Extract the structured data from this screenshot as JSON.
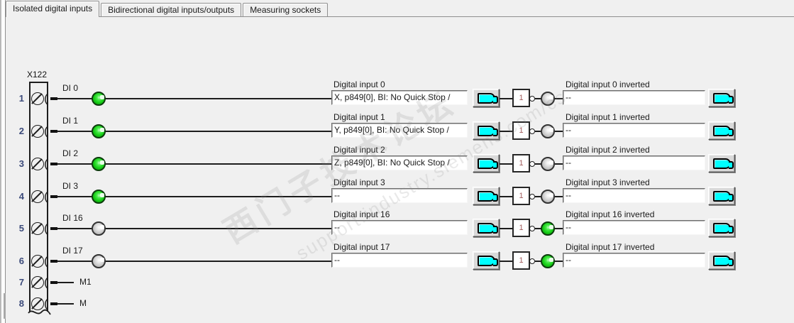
{
  "tabs": [
    {
      "label": "Isolated digital inputs",
      "active": true
    },
    {
      "label": "Bidirectional digital inputs/outputs",
      "active": false
    },
    {
      "label": "Measuring sockets",
      "active": false
    }
  ],
  "connector": {
    "name": "X122"
  },
  "inverter_symbol": "1",
  "rows": [
    {
      "terminal": "1",
      "di_label": "DI 0",
      "input_label": "Digital input 0",
      "input_value": "X, p849[0], BI: No Quick Stop /",
      "input_led": "on",
      "inverted_label": "Digital input 0 inverted",
      "inverted_value": "--",
      "inverted_led": "off"
    },
    {
      "terminal": "2",
      "di_label": "DI 1",
      "input_label": "Digital input 1",
      "input_value": "Y, p849[0], BI: No Quick Stop /",
      "input_led": "on",
      "inverted_label": "Digital input 1 inverted",
      "inverted_value": "--",
      "inverted_led": "off"
    },
    {
      "terminal": "3",
      "di_label": "DI 2",
      "input_label": "Digital input 2",
      "input_value": "Z, p849[0], BI: No Quick Stop /",
      "input_led": "on",
      "inverted_label": "Digital input 2 inverted",
      "inverted_value": "--",
      "inverted_led": "off"
    },
    {
      "terminal": "4",
      "di_label": "DI 3",
      "input_label": "Digital input 3",
      "input_value": "--",
      "input_led": "on",
      "inverted_label": "Digital input 3 inverted",
      "inverted_value": "--",
      "inverted_led": "off"
    },
    {
      "terminal": "5",
      "di_label": "DI 16",
      "input_label": "Digital input 16",
      "input_value": "--",
      "input_led": "off",
      "inverted_label": "Digital input 16 inverted",
      "inverted_value": "--",
      "inverted_led": "on"
    },
    {
      "terminal": "6",
      "di_label": "DI 17",
      "input_label": "Digital input 17",
      "input_value": "--",
      "input_led": "off",
      "inverted_label": "Digital input 17 inverted",
      "inverted_value": "--",
      "inverted_led": "on"
    }
  ],
  "ground_rows": [
    {
      "terminal": "7",
      "label": "M1"
    },
    {
      "terminal": "8",
      "label": "M"
    }
  ],
  "watermark": {
    "line1": "西门子技术论坛",
    "line2": "support.industry.siemens.com/cs"
  },
  "colors": {
    "led_on": "#14cc14",
    "led_off": "#c3c3c3",
    "bico_icon": "#00ffff",
    "background": "#f0f0f0",
    "terminal_number": "#3b4a7a"
  }
}
